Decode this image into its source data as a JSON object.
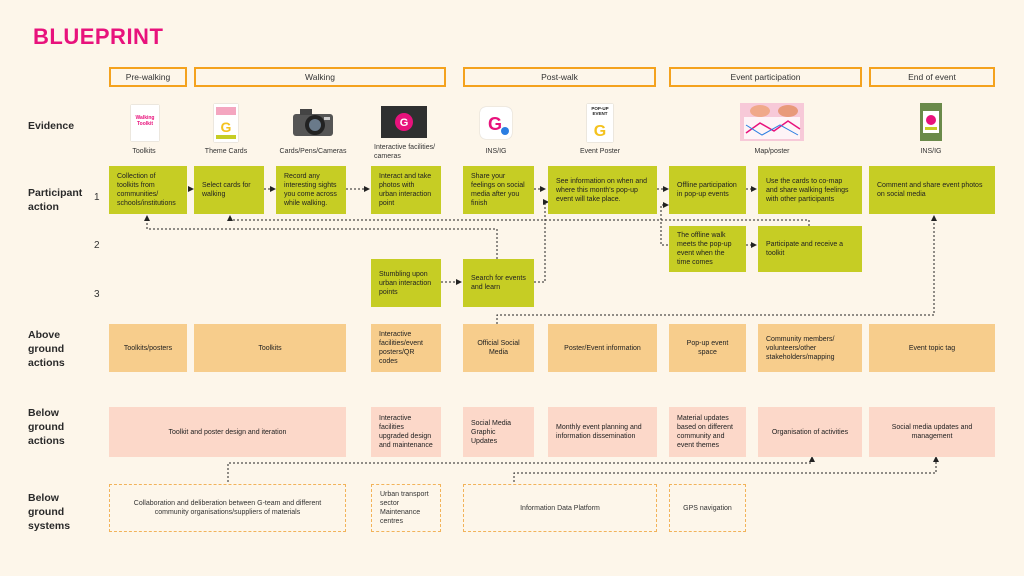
{
  "title": "BLUEPRINT",
  "stages": [
    "Pre-walking",
    "Walking",
    "Post-walk",
    "Event participation",
    "End of event"
  ],
  "row_labels": {
    "evidence": "Evidence",
    "participant": "Participant\naction",
    "above": "Above\nground\nactions",
    "below": "Below\nground\nactions",
    "systems": "Below\nground\nsystems"
  },
  "numbers": [
    "1",
    "2",
    "3"
  ],
  "evidence": [
    {
      "label": "Toolkits",
      "image_text": "Walking\nToolkit"
    },
    {
      "label": "Theme Cards"
    },
    {
      "label": "Cards/Pens/Cameras"
    },
    {
      "label": "Interactive facilities/\ncameras"
    },
    {
      "label": "INS/IG"
    },
    {
      "label": "Event Poster",
      "image_text": "POP-UP\nEVENT"
    },
    {
      "label": "Map/poster"
    },
    {
      "label": "INS/IG"
    }
  ],
  "participant": {
    "row1": [
      "Collection of toolkits from communities/ schools/institutions",
      "Select cards for walking",
      "Record any interesting sights you come across while walking.",
      "Interact and take photos with urban interaction point",
      "Share your feelings on social media after you finish",
      "See information on when and where this month's pop-up event will take place.",
      "Offline participation in pop-up events",
      "Use the cards to co-map and share walking feelings with other participants",
      "Comment and share event photos on social media"
    ],
    "row2": [
      "The offline walk meets the pop-up event when the time comes",
      "Participate and receive a toolkit"
    ],
    "row3": [
      "Stumbling upon urban interaction points",
      "Search for events and learn"
    ]
  },
  "above": [
    "Toolkits/posters",
    "Toolkits",
    "Interactive facilities/event posters/QR codes",
    "Official Social Media",
    "Poster/Event information",
    "Pop-up event space",
    "Community members/ volunteers/other stakeholders/mapping",
    "Event topic tag"
  ],
  "below": [
    "Toolkit and poster design and iteration",
    "Interactive facilities upgraded design and maintenance",
    "Social Media\nGraphic\nUpdates",
    "Monthly event planning and information dissemination",
    "Material updates based on different community and event themes",
    "Organisation of activities",
    "Social media updates and management"
  ],
  "systems": [
    "Collaboration and deliberation between G-team and different community organisations/suppliers of materials",
    "Urban transport sector\nMaintenance centres",
    "Information Data Platform",
    "GPS navigation"
  ],
  "colors": {
    "title": "#e8127c",
    "stage_border": "#f4a21e",
    "green": "#c6cd24",
    "orange": "#f7cd8c",
    "pink": "#fcd8c9",
    "background": "#fdf6ea"
  }
}
